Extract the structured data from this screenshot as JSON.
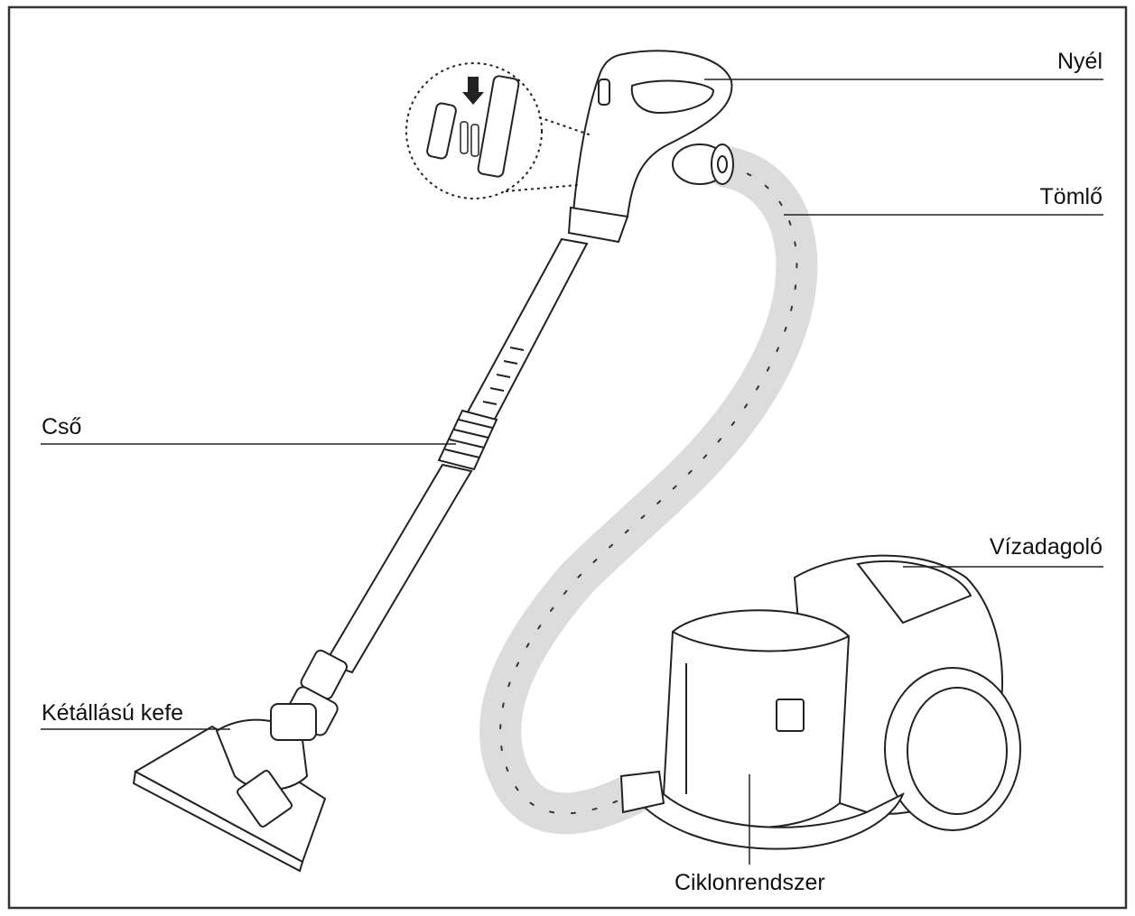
{
  "labels": {
    "handle": "Nyél",
    "hose": "Tömlő",
    "tube": "Cső",
    "water_dispenser": "Vízadagoló",
    "two_position_brush": "Kétállású kefe",
    "cyclone_system": "Ciklonrendszer"
  },
  "colors": {
    "line": "#222222",
    "hose_fill": "#dcdcdc",
    "border": "#333333"
  }
}
